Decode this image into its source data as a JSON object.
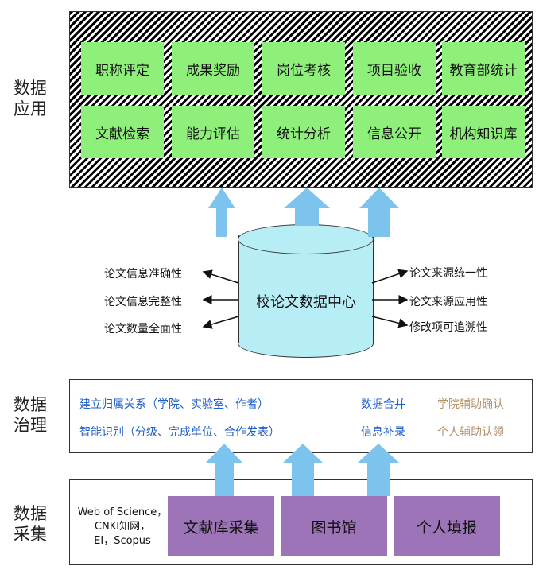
{
  "layers": {
    "application": "数据\n应用",
    "governance": "数据\n治理",
    "collection": "数据\n采集"
  },
  "applications": {
    "row1": [
      "职称评定",
      "成果奖励",
      "岗位考核",
      "项目验收",
      "教育部统计"
    ],
    "row2": [
      "文献检索",
      "能力评估",
      "统计分析",
      "信息公开",
      "机构知识库"
    ]
  },
  "database": {
    "title": "校论文数据中心",
    "left_attributes": [
      "论文信息准确性",
      "论文信息完整性",
      "论文数量全面性"
    ],
    "right_attributes": [
      "论文来源统一性",
      "论文来源应用性",
      "修改项可追溯性"
    ]
  },
  "governance": {
    "methods": [
      "建立归属关系（学院、实验室、作者）",
      "智能识别（分级、完成单位、合作发表）"
    ],
    "operations": [
      "数据合并",
      "信息补录"
    ],
    "assist": [
      "学院辅助确认",
      "个人辅助认领"
    ]
  },
  "collection": {
    "sources": "Web of Science，\nCNKI知网，\nEI，Scopus",
    "channels": [
      "文献库采集",
      "图书馆",
      "个人填报"
    ]
  },
  "colors": {
    "app_cell": "#8ef07a",
    "database": "#b7eef5",
    "arrow": "#7cc3ee",
    "governance_blue": "#1f5fc8",
    "assist_tan": "#b4926a",
    "channel_purple": "#9d74b8"
  }
}
